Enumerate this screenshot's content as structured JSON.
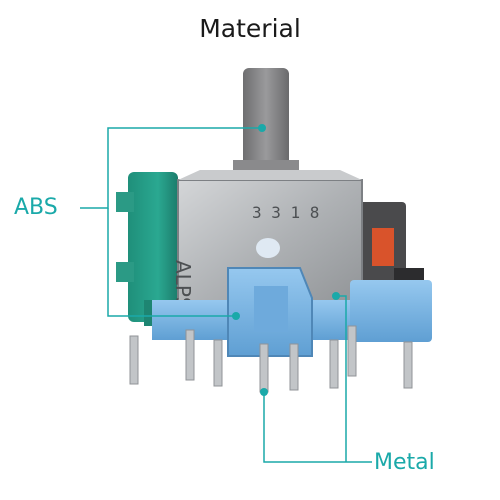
{
  "title": "Material",
  "labels": {
    "abs": "ABS",
    "metal": "Metal"
  },
  "colors": {
    "annotation": "#1aa9a9",
    "abs_green": "#2aa891",
    "blue_plastic": "#7fb9e6",
    "metal": "#b9bcbf",
    "shaft": "#7f7f80",
    "orange": "#d9532b",
    "title": "#1a1a1a"
  },
  "product_marking": {
    "brand": "ALPS",
    "code": "33 18"
  }
}
